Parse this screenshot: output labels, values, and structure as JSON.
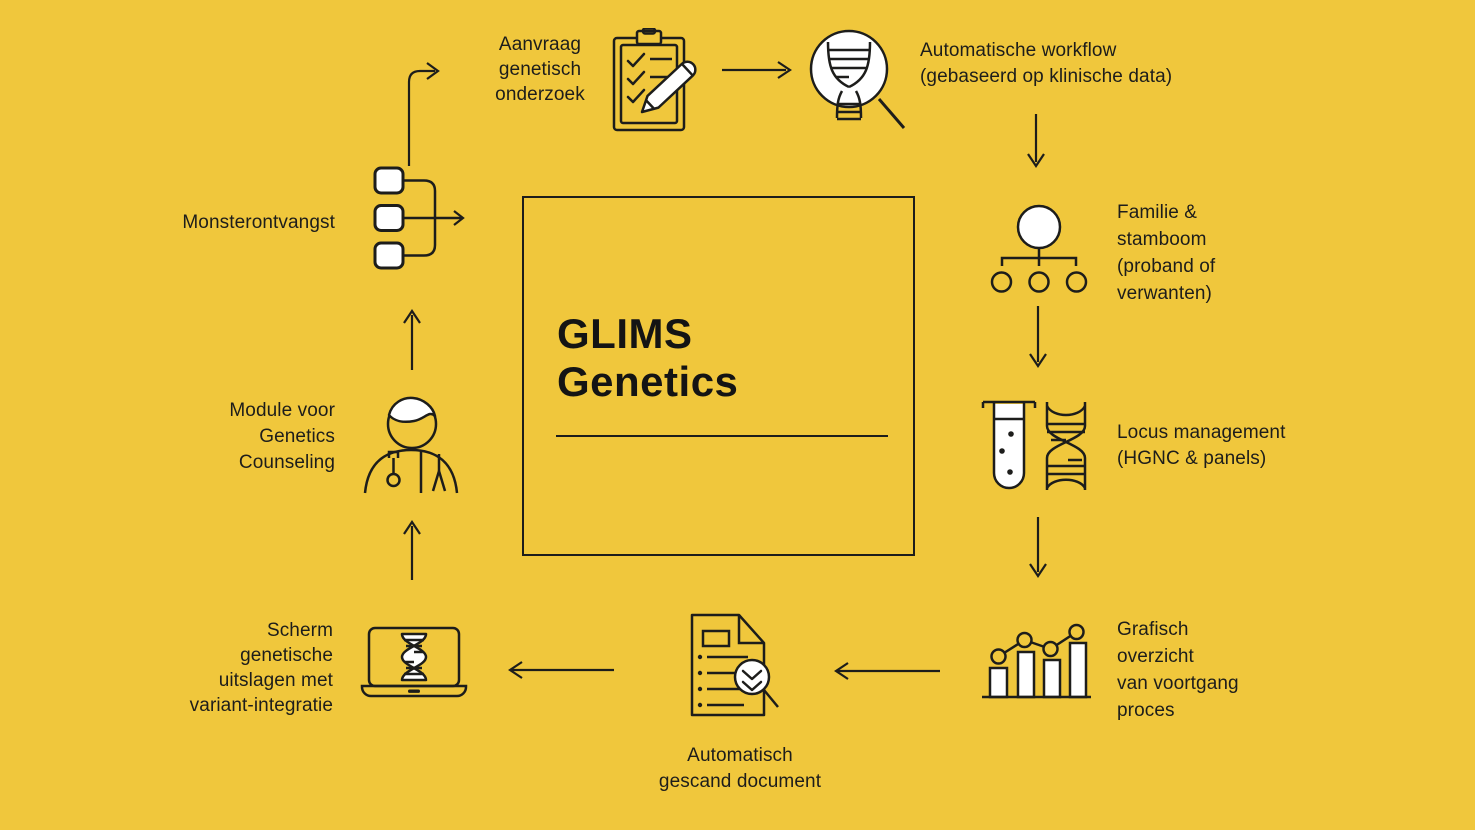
{
  "colors": {
    "background": "#F0C73C",
    "ink": "#1D1D1B",
    "white": "#FFFFFF"
  },
  "center_box": {
    "title_lines": [
      "GLIMS",
      "Genetics"
    ]
  },
  "steps": [
    {
      "id": "aanvraag-genetisch-onderzoek",
      "label_lines": [
        "Aanvraag",
        "genetisch",
        "onderzoek"
      ],
      "icon": "clipboard-pencil-icon"
    },
    {
      "id": "automatische-workflow",
      "label_lines": [
        "Automatische workflow",
        "(gebaseerd op klinische data)"
      ],
      "icon": "dna-magnifier-icon"
    },
    {
      "id": "familie-stamboom",
      "label_lines": [
        "Familie &",
        "stamboom",
        "(proband of",
        "verwanten)"
      ],
      "icon": "pedigree-icon"
    },
    {
      "id": "locus-management",
      "label_lines": [
        "Locus management",
        "(HGNC & panels)"
      ],
      "icon": "testtube-dna-icon"
    },
    {
      "id": "grafisch-overzicht",
      "label_lines": [
        "Grafisch",
        "overzicht",
        "van voortgang",
        "proces"
      ],
      "icon": "barchart-icon"
    },
    {
      "id": "automatisch-gescand-document",
      "label_lines": [
        "Automatisch",
        "gescand document"
      ],
      "icon": "scanned-document-icon"
    },
    {
      "id": "scherm-genetische-uitslagen",
      "label_lines": [
        "Scherm",
        "genetische",
        "uitslagen met",
        "variant-integratie"
      ],
      "icon": "laptop-dna-icon"
    },
    {
      "id": "module-genetics-counseling",
      "label_lines": [
        "Module voor",
        "Genetics",
        "Counseling"
      ],
      "icon": "doctor-icon"
    },
    {
      "id": "monsterontvangst",
      "label_lines": [
        "Monsterontvangst"
      ],
      "icon": "sample-merge-icon"
    }
  ]
}
